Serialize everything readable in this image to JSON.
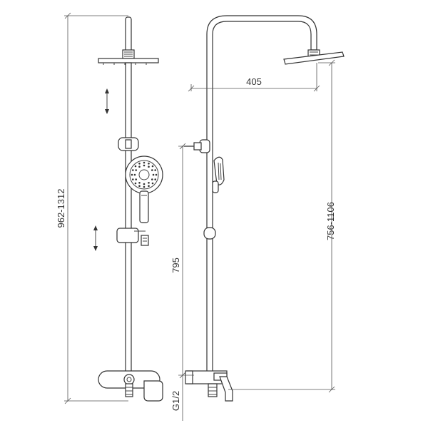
{
  "dimensions": {
    "total_height": "962-1312",
    "arm_reach": "405",
    "valve_height": "795",
    "rail_height": "756-1106",
    "inlet_thread": "G1/2"
  },
  "colors": {
    "line": "#333333",
    "background": "#ffffff"
  }
}
